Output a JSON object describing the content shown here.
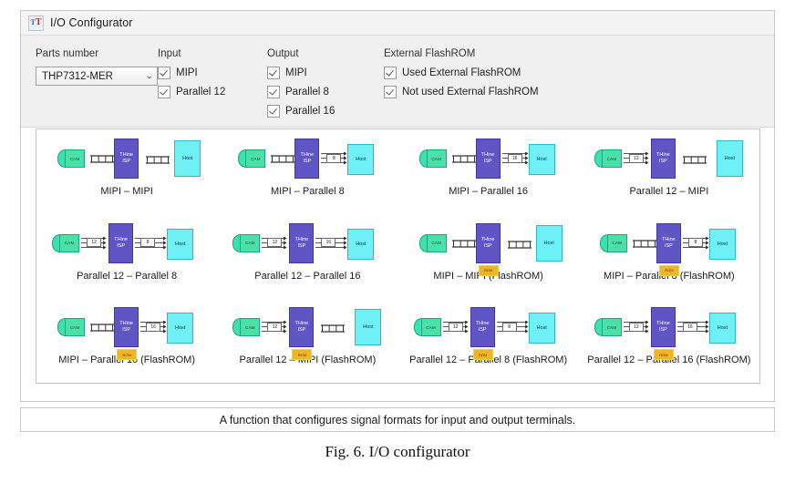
{
  "window": {
    "title": "I/O Configurator",
    "icon": "tt-logo-icon",
    "icon_char_1": "T",
    "icon_char_2": "T"
  },
  "options": {
    "parts": {
      "title": "Parts number",
      "selected": "THP7312-MER",
      "caret": "⌄"
    },
    "input": {
      "title": "Input",
      "items": [
        {
          "label": "MIPI",
          "checked": true
        },
        {
          "label": "Parallel 12",
          "checked": true
        }
      ]
    },
    "output": {
      "title": "Output",
      "items": [
        {
          "label": "MIPI",
          "checked": true
        },
        {
          "label": "Parallel 8",
          "checked": true
        },
        {
          "label": "Parallel 16",
          "checked": true
        }
      ]
    },
    "flashrom": {
      "title": "External FlashROM",
      "items": [
        {
          "label": "Used External FlashROM",
          "checked": true
        },
        {
          "label": "Not used External FlashROM",
          "checked": true
        }
      ]
    }
  },
  "blocks": {
    "cam": "CAM",
    "isp_line1": "THine",
    "isp_line2": "ISP",
    "host": "Host",
    "rom": "ROM"
  },
  "diagrams": [
    {
      "label": "MIPI – MIPI",
      "in": "mipi",
      "out": "mipi",
      "rom": false
    },
    {
      "label": "MIPI – Parallel 8",
      "in": "mipi",
      "out": "parallel-8",
      "rom": false,
      "out_width": "8"
    },
    {
      "label": "MIPI – Parallel 16",
      "in": "mipi",
      "out": "parallel-16",
      "rom": false,
      "out_width": "16"
    },
    {
      "label": "Parallel 12 – MIPI",
      "in": "parallel-12",
      "out": "mipi",
      "rom": false,
      "in_width": "12"
    },
    {
      "label": "Parallel 12 – Parallel 8",
      "in": "parallel-12",
      "out": "parallel-8",
      "rom": false,
      "in_width": "12",
      "out_width": "8"
    },
    {
      "label": "Parallel 12 – Parallel 16",
      "in": "parallel-12",
      "out": "parallel-16",
      "rom": false,
      "in_width": "12",
      "out_width": "16"
    },
    {
      "label": "MIPI – MIPI (FlashROM)",
      "in": "mipi",
      "out": "mipi",
      "rom": true
    },
    {
      "label": "MIPI – Parallel 8 (FlashROM)",
      "in": "mipi",
      "out": "parallel-8",
      "rom": true,
      "out_width": "8"
    },
    {
      "label": "MIPI – Parallel 16 (FlashROM)",
      "in": "mipi",
      "out": "parallel-16",
      "rom": true,
      "out_width": "16"
    },
    {
      "label": "Parallel 12 – MIPI (FlashROM)",
      "in": "parallel-12",
      "out": "mipi",
      "rom": true,
      "in_width": "12"
    },
    {
      "label": "Parallel 12 – Parallel 8 (FlashROM)",
      "in": "parallel-12",
      "out": "parallel-8",
      "rom": true,
      "in_width": "12",
      "out_width": "8"
    },
    {
      "label": "Parallel 12 – Parallel 16 (FlashROM)",
      "in": "parallel-12",
      "out": "parallel-16",
      "rom": true,
      "in_width": "12",
      "out_width": "16"
    }
  ],
  "caption": {
    "bar_text": "A function that configures signal formats for input and output terminals.",
    "figure_text": "Fig. 6. I/O configurator"
  },
  "colors": {
    "isp": "#5f55c4",
    "host": "#6ff0f5",
    "cam": "#4ae0a8",
    "rom": "#f0b429",
    "panel_bg": "#f0f0f0"
  }
}
